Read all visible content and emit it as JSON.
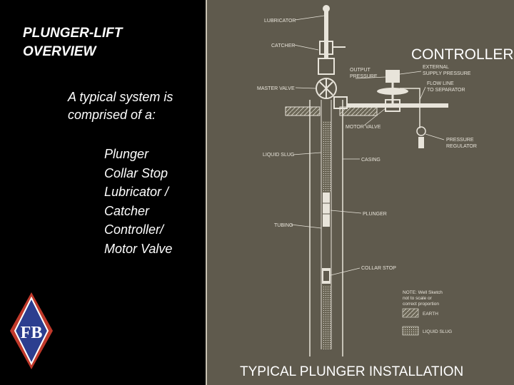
{
  "slide": {
    "title_line1": "PLUNGER-LIFT",
    "title_line2": "OVERVIEW",
    "intro_line1": "A typical system is",
    "intro_line2": "comprised of a:",
    "components": [
      "Plunger",
      "Collar Stop",
      "Lubricator /",
      "Catcher",
      "Controller/",
      "Motor Valve"
    ]
  },
  "logo": {
    "letters": "FB"
  },
  "diagram": {
    "heading": "CONTROLLER",
    "caption": "TYPICAL PLUNGER INSTALLATION",
    "labels": {
      "lubricator": "LUBRICATOR",
      "catcher": "CATCHER",
      "master_valve": "MASTER VALVE",
      "output_pressure_1": "OUTPUT",
      "output_pressure_2": "PRESSURE",
      "external_supply_1": "EXTERNAL",
      "external_supply_2": "SUPPLY PRESSURE",
      "flow_line_1": "FLOW LINE",
      "flow_line_2": "TO SEPARATOR",
      "motor_valve": "MOTOR VALVE",
      "pressure_regulator_1": "PRESSURE",
      "pressure_regulator_2": "REGULATOR",
      "liquid_slug": "LIQUID SLUG",
      "casing": "CASING",
      "plunger": "PLUNGER",
      "tubing": "TUBING",
      "collar_stop": "COLLAR STOP"
    },
    "note": {
      "line1": "NOTE: Well Sketch",
      "line2": "not to scale or",
      "line3": "correct proportion",
      "earth": "EARTH",
      "liquid_slug": "LIQUID SLUG"
    }
  },
  "colors": {
    "background": "#000000",
    "panel": "#5f5a4d",
    "line": "#e8e4da",
    "logo_red": "#c0392b",
    "logo_blue": "#2c3e8f"
  }
}
